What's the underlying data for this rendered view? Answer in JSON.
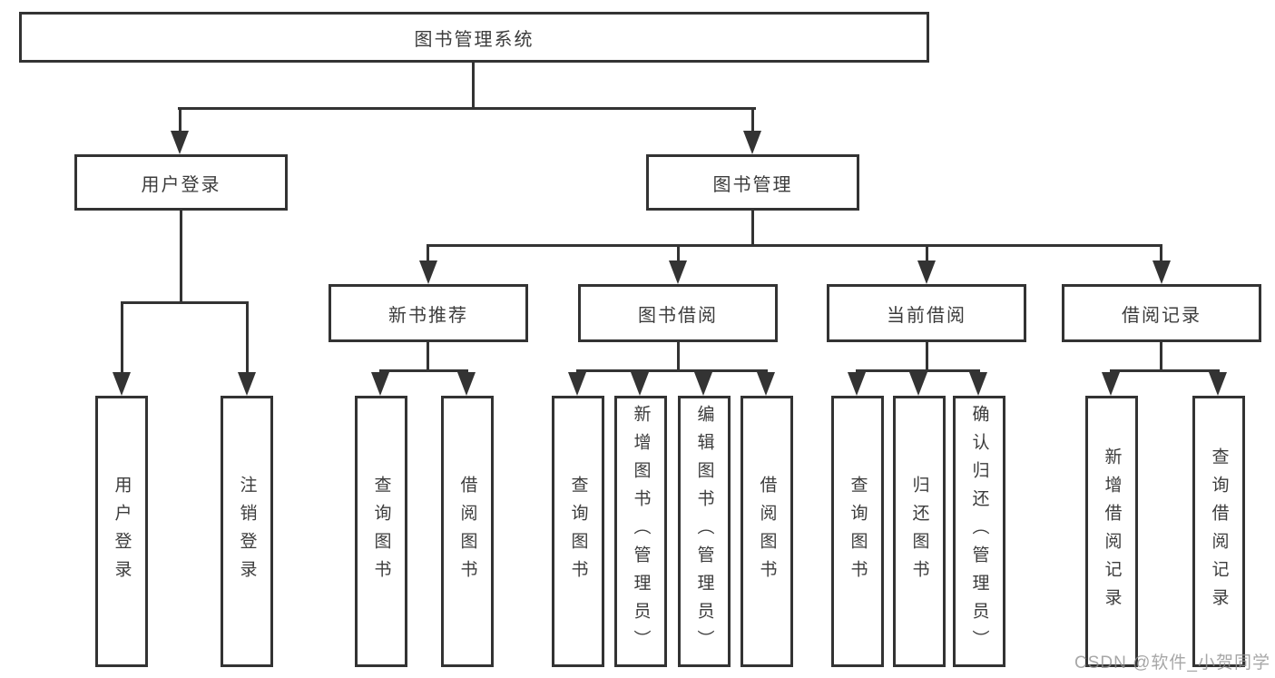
{
  "diagram_title": "图书管理系统",
  "colors": {
    "line": "#333333",
    "box_border": "#333333",
    "box_background": "#ffffff",
    "text": "#3c3c3c",
    "watermark": "#919191",
    "page_background": "#ffffff"
  },
  "tree": {
    "label": "图书管理系统",
    "children": [
      {
        "label": "用户登录",
        "children": [
          {
            "label": "用户登录"
          },
          {
            "label": "注销登录"
          }
        ]
      },
      {
        "label": "图书管理",
        "children": [
          {
            "label": "新书推荐",
            "children": [
              {
                "label": "查询图书"
              },
              {
                "label": "借阅图书"
              }
            ]
          },
          {
            "label": "图书借阅",
            "children": [
              {
                "label": "查询图书"
              },
              {
                "label": "新增图书（管理员）"
              },
              {
                "label": "编辑图书（管理员）"
              },
              {
                "label": "借阅图书"
              }
            ]
          },
          {
            "label": "当前借阅",
            "children": [
              {
                "label": "查询图书"
              },
              {
                "label": "归还图书"
              },
              {
                "label": "确认归还（管理员）"
              }
            ]
          },
          {
            "label": "借阅记录",
            "children": [
              {
                "label": "新增借阅记录"
              },
              {
                "label": "查询借阅记录"
              }
            ]
          }
        ]
      }
    ]
  },
  "watermark": {
    "text": "CSDN @软件_小贺同学"
  }
}
